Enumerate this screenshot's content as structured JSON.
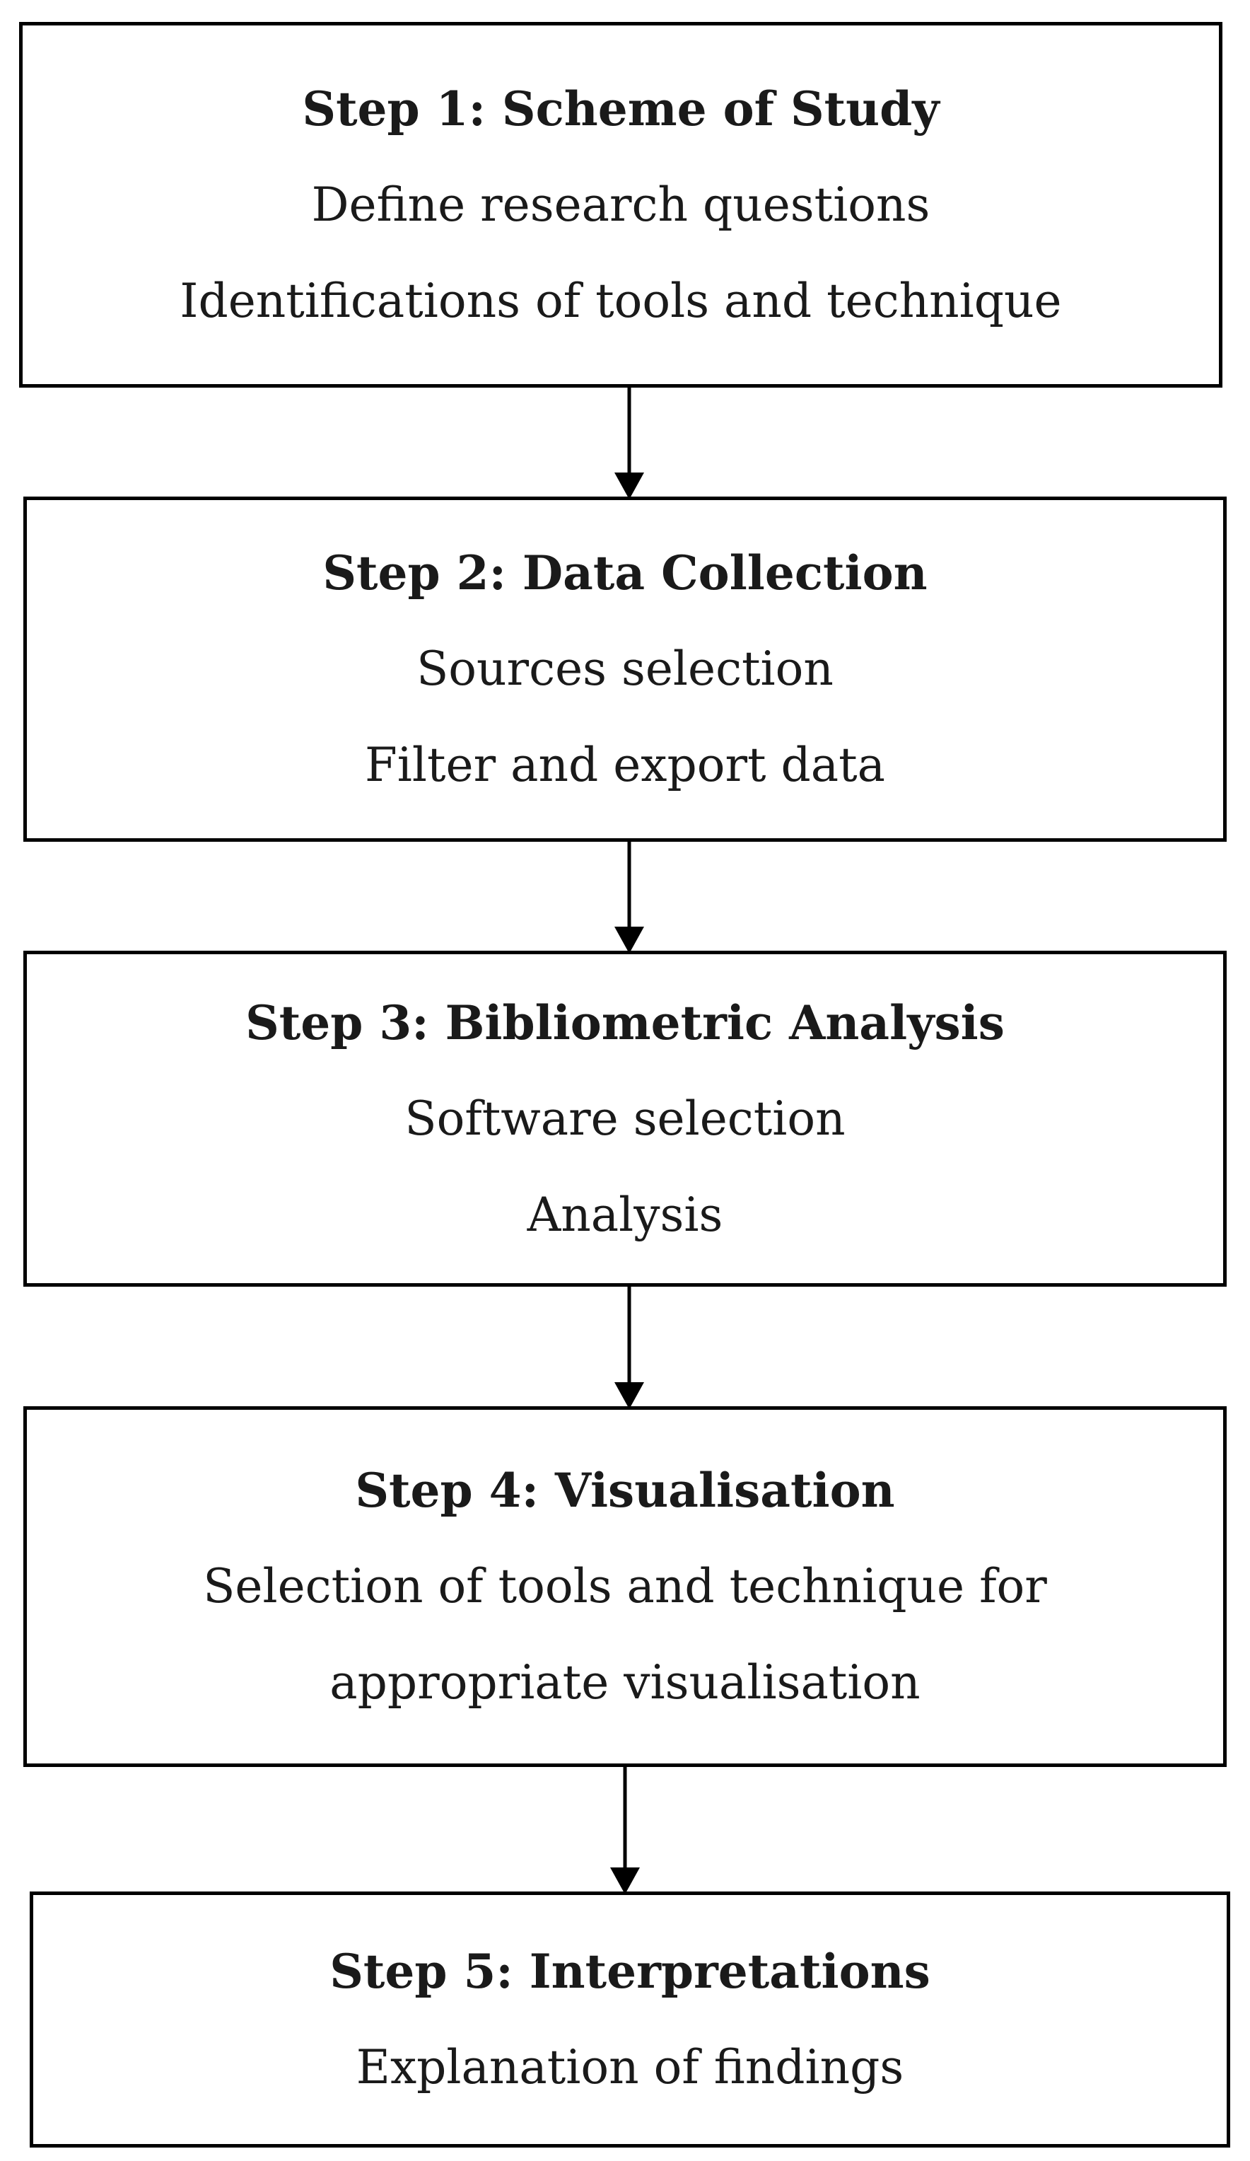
{
  "steps": [
    {
      "title": "Step 1: Scheme of Study",
      "lines": [
        "Define research questions",
        "Identifications of tools and technique"
      ]
    },
    {
      "title": "Step 2: Data Collection",
      "lines": [
        "Sources selection",
        "Filter and export data"
      ]
    },
    {
      "title": "Step 3: Bibliometric Analysis",
      "lines": [
        "Software selection",
        "Analysis"
      ]
    },
    {
      "title": "Step 4: Visualisation",
      "lines": [
        "Selection of tools and technique for",
        "appropriate visualisation"
      ]
    },
    {
      "title": "Step 5: Interpretations",
      "lines": [
        "Explanation of findings"
      ]
    }
  ],
  "colors": {
    "stroke": "#000000",
    "text": "#1a1a1a",
    "background": "#ffffff"
  }
}
